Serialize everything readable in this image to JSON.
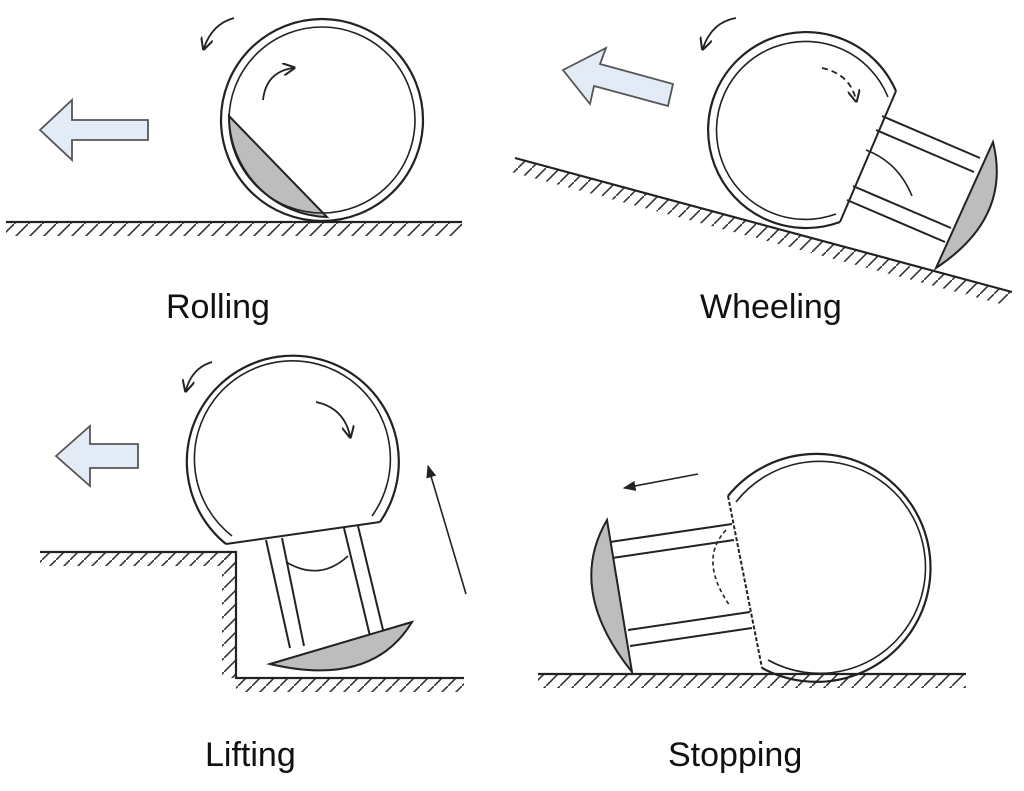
{
  "figure": {
    "panels": [
      {
        "key": "rolling",
        "label": "Rolling"
      },
      {
        "key": "wheeling",
        "label": "Wheeling"
      },
      {
        "key": "lifting",
        "label": "Lifting"
      },
      {
        "key": "stopping",
        "label": "Stopping"
      }
    ]
  },
  "colors": {
    "ink": "#222222",
    "weight_fill": "#bdbdbd",
    "direction_arrow_fill": "#e3ebf6",
    "direction_arrow_stroke": "#555555"
  },
  "icons": [
    "direction-arrow-icon",
    "rotation-arrow-icon",
    "ground-hatch-icon",
    "spherical-robot-icon"
  ]
}
